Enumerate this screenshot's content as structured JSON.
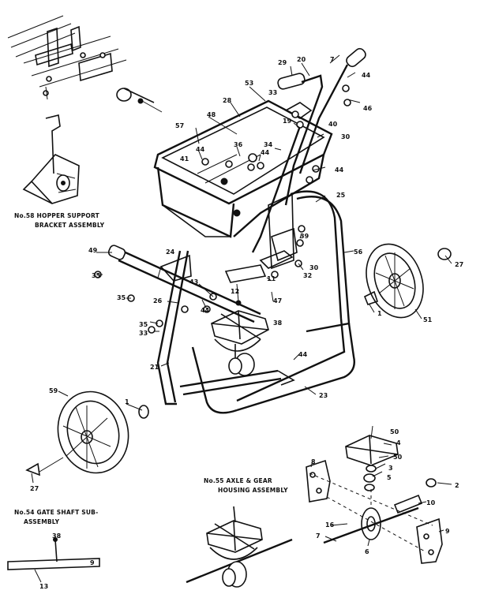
{
  "captions": {
    "hopper_bracket": [
      "No.58 HOPPER SUPPORT",
      "BRACKET ASSEMBLY"
    ],
    "axle_gear": [
      "No.55 AXLE & GEAR",
      "HOUSING ASSEMBLY"
    ],
    "gate_shaft": [
      "No.54 GATE SHAFT SUB-",
      "ASSEMBLY"
    ]
  },
  "callouts": {
    "c29": "29",
    "c20": "20",
    "c7": "7",
    "c44a": "44",
    "c46": "46",
    "c53": "53",
    "c33a": "33",
    "c28": "28",
    "c48": "48",
    "c57": "57",
    "c19": "19",
    "c40": "40",
    "c30": "30",
    "c34": "34",
    "c44b": "44",
    "c36": "36",
    "c41": "41",
    "c44c": "44",
    "c44d": "44",
    "c25": "25",
    "c49": "49",
    "c24": "24",
    "c35a": "35",
    "c35b": "35",
    "c26": "26",
    "c35c": "35",
    "c33b": "33",
    "c43": "43",
    "c44e": "44",
    "c12": "12",
    "c11": "11",
    "c47": "47",
    "c39": "39",
    "c32": "32",
    "c30b": "30",
    "c56": "56",
    "c27a": "27",
    "c51": "51",
    "c1a": "1",
    "c21": "21",
    "c44f": "44",
    "c23": "23",
    "c59": "59",
    "c1b": "1",
    "c27b": "27",
    "c38": "38",
    "g50a": "50",
    "g4": "4",
    "g50b": "50",
    "g3": "3",
    "g5": "5",
    "g8a": "8",
    "g2": "2",
    "g10": "10",
    "g16": "16",
    "g7": "7",
    "g6": "6",
    "g9": "9",
    "s38": "38",
    "s13": "13",
    "s9": "9"
  }
}
